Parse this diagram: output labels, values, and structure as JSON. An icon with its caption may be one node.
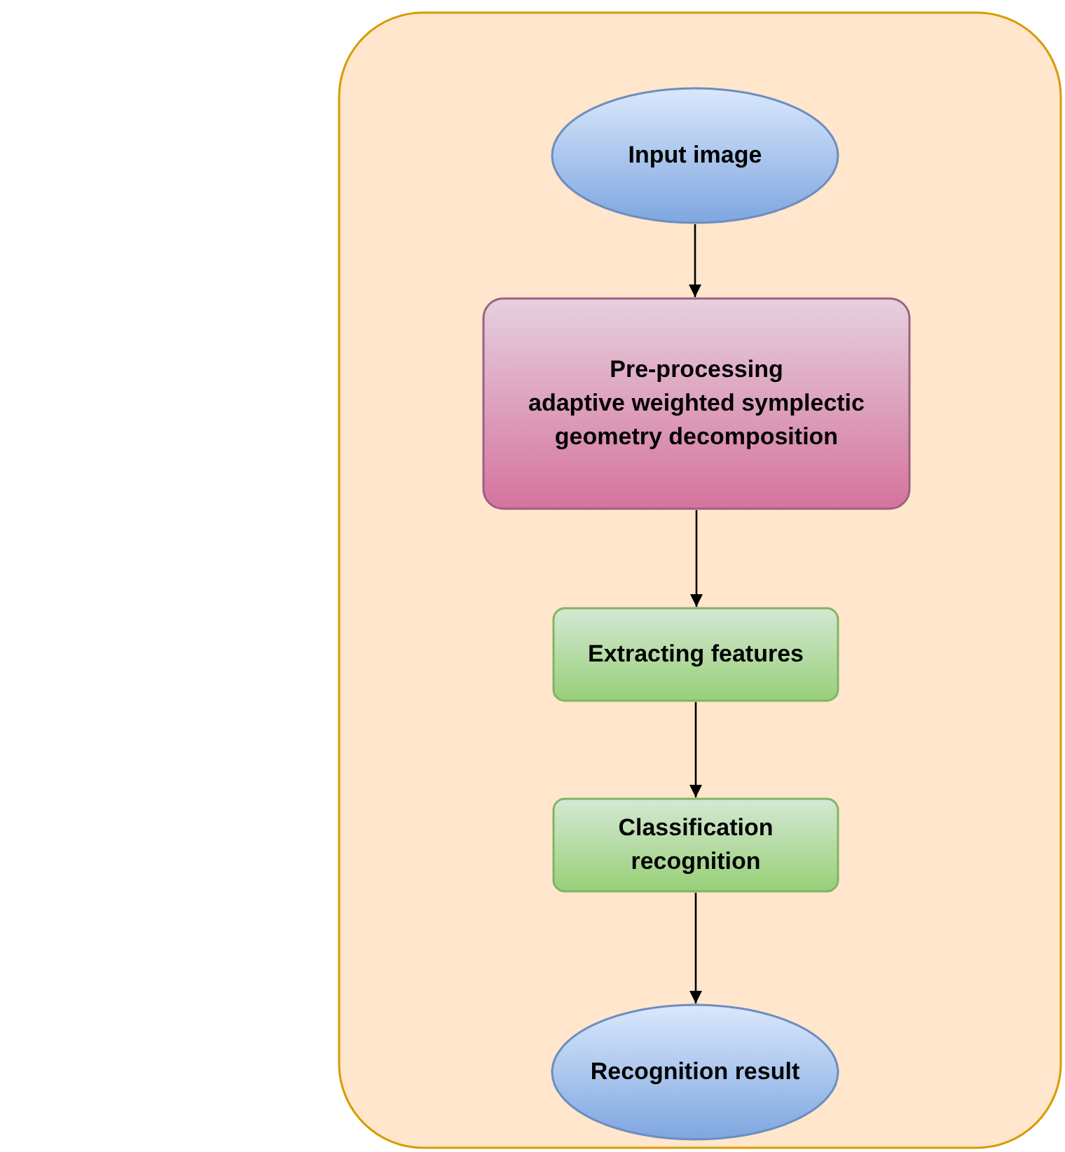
{
  "diagram": {
    "nodes": [
      {
        "text": [],
        "shape": "box"
      },
      {
        "text": [
          "Input image"
        ],
        "in": 0
      },
      {
        "text": [
          "Pre-processing",
          "adaptive weighted symplectic geometry decomposition"
        ],
        "in": 0
      },
      {
        "text": [
          "Extracting features"
        ],
        "in": 0
      },
      {
        "text": [
          "Classification recognition"
        ],
        "in": 0
      },
      {
        "text": [
          "Recognition result"
        ],
        "in": 0
      }
    ],
    "edges": [
      {
        "from": 1,
        "to": 2,
        "arrow": "to"
      },
      {
        "from": 2,
        "to": 3,
        "arrow": "to"
      },
      {
        "from": 3,
        "to": 4,
        "arrow": "to"
      },
      {
        "from": 4,
        "to": 5,
        "arrow": "to"
      }
    ]
  }
}
